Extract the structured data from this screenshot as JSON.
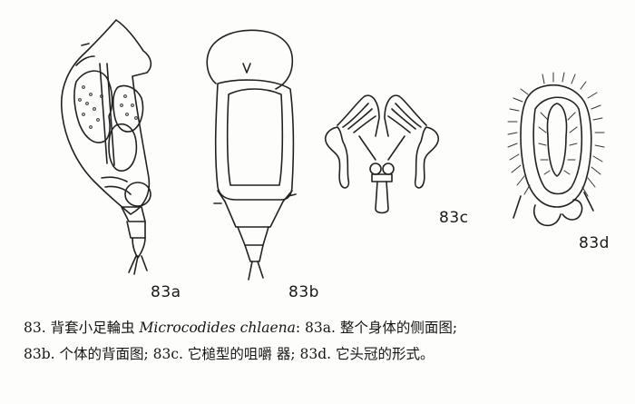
{
  "figure": {
    "labels": {
      "a": "83a",
      "b": "83b",
      "c": "83c",
      "d": "83d"
    }
  },
  "caption": {
    "line1_prefix": "83. 背套小足輪虫 ",
    "species": "Microcodides chlaena",
    "line1_suffix": ": 83a. 整个身体的侧面图;",
    "line2": "83b. 个体的背面图; 83c. 它槌型的咀嚼 器; 83d. 它头冠的形式。"
  }
}
